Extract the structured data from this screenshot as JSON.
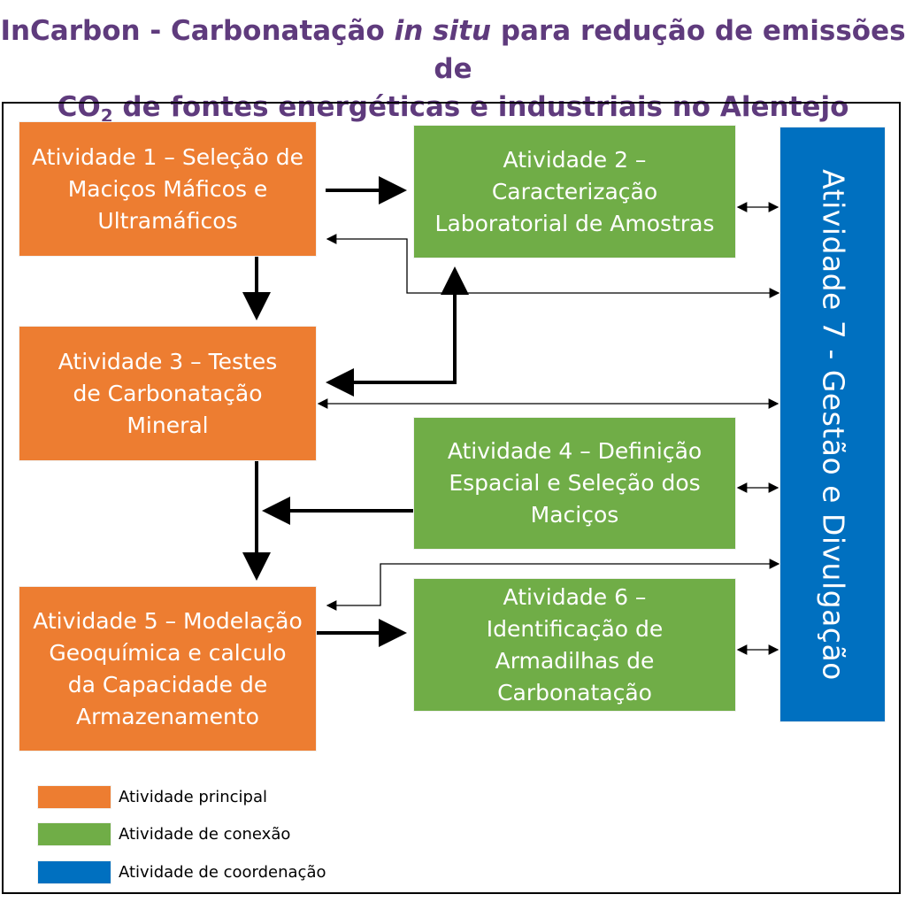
{
  "title": {
    "line1_a": "InCarbon - Carbonatação ",
    "line1_italic": "in situ",
    "line1_b": " para redução de emissões de",
    "line2_a": "CO",
    "line2_sub": "2",
    "line2_b": " de fontes energéticas e industriais no Alentejo"
  },
  "boxes": {
    "a1": "Atividade 1 –  Seleção de Maciços Máficos e Ultramáficos",
    "a2": "Atividade 2 – Caracterização Laboratorial de Amostras",
    "a3": "Atividade 3 – Testes de Carbonatação Mineral",
    "a4": "Atividade 4 – Definição Espacial e Seleção dos Maciços",
    "a5": "Atividade 5 – Modelação Geoquímica e calculo da Capacidade de Armazenamento",
    "a6": "Atividade 6 – Identificação de Armadilhas de Carbonatação",
    "a7": "Atividade 7 -  Gestão e Divulgação"
  },
  "legend": [
    {
      "label": "Atividade principal",
      "color": "#ed7d31"
    },
    {
      "label": "Atividade de conexão",
      "color": "#70ad47"
    },
    {
      "label": "Atividade de coordenação",
      "color": "#0070c0"
    }
  ],
  "colors": {
    "principal": "#ed7d31",
    "conexao": "#70ad47",
    "coordenacao": "#0070c0",
    "title": "#5f3b7d"
  }
}
